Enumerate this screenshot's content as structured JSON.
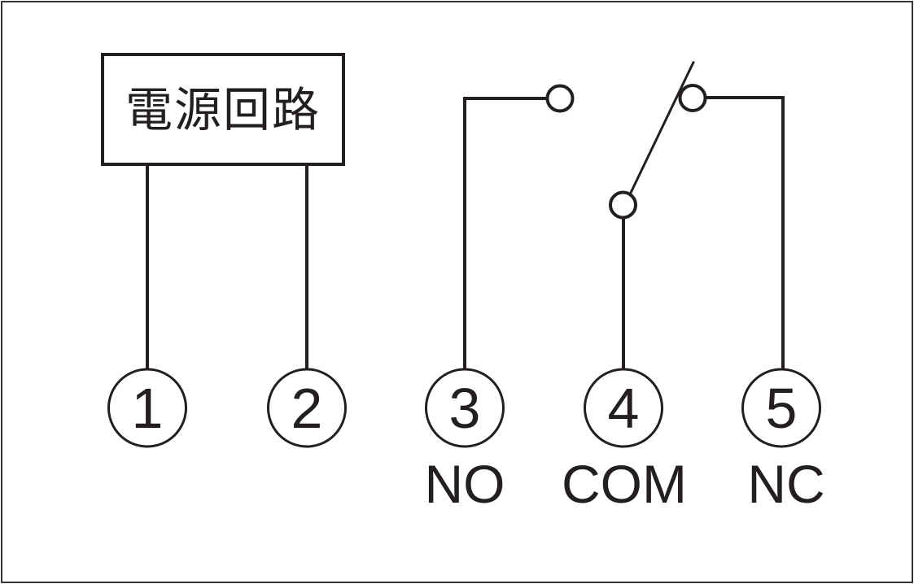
{
  "diagram": {
    "power_box": {
      "label": "電源回路"
    },
    "terminals": [
      {
        "number": "1"
      },
      {
        "number": "2"
      },
      {
        "number": "3",
        "label": "NO"
      },
      {
        "number": "4",
        "label": "COM"
      },
      {
        "number": "5",
        "label": "NC"
      }
    ],
    "colors": {
      "line": "#231f20",
      "background": "#ffffff",
      "frame": "#3a3435"
    }
  }
}
